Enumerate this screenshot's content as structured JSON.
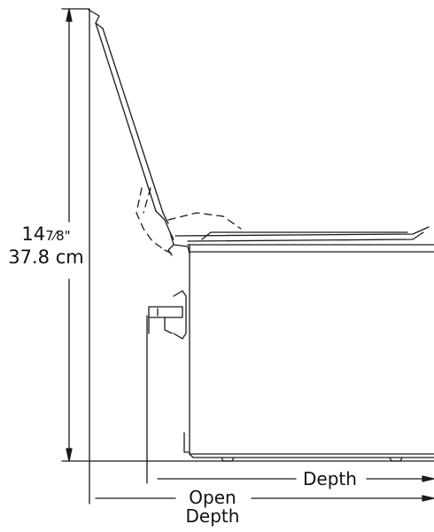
{
  "labels": {
    "height_imperial_whole": "14",
    "height_imperial_fraction": "7⁄8\"",
    "height_metric": "37.8 cm",
    "depth": "Depth",
    "open_depth_line1": "Open",
    "open_depth_line2": "Depth"
  },
  "colors": {
    "stroke": "#1a1a1a",
    "background": "#ffffff"
  }
}
